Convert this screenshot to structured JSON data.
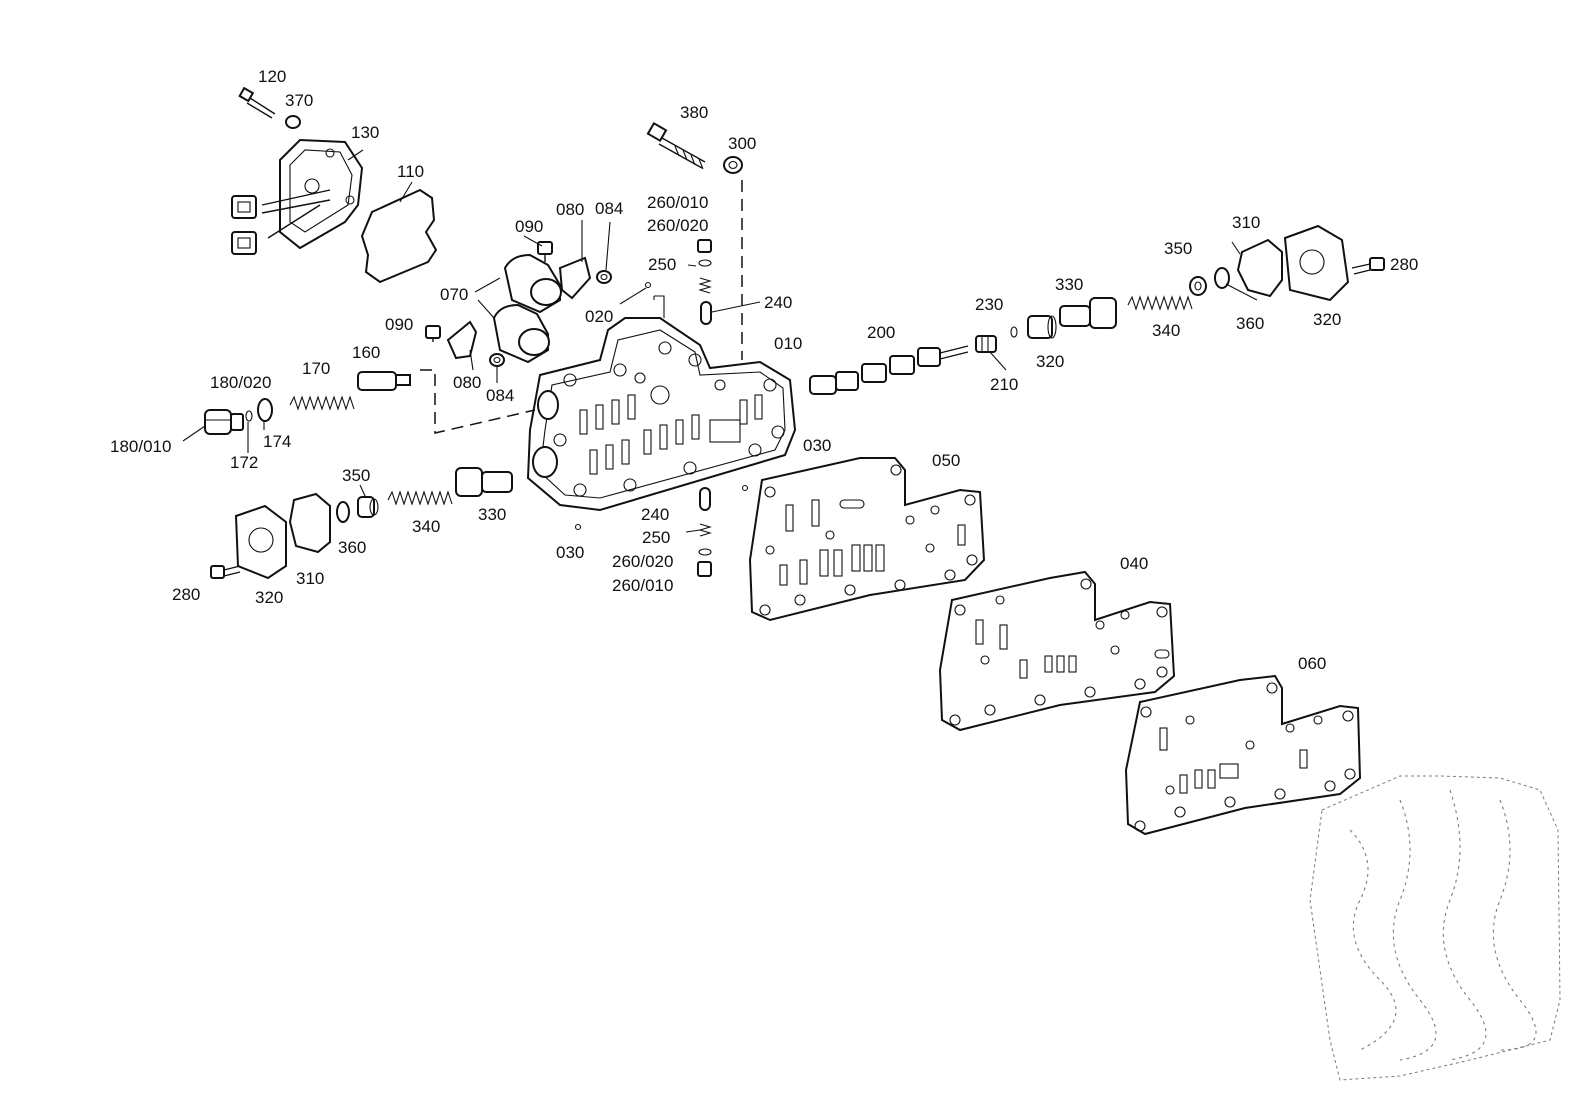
{
  "labels": {
    "l120": "120",
    "l370": "370",
    "l130": "130",
    "l110": "110",
    "l380": "380",
    "l300": "300",
    "l090a": "090",
    "l080a": "080",
    "l084a": "084",
    "l260_010a": "260/010",
    "l260_020a": "260/020",
    "l250a": "250",
    "l070": "070",
    "l020": "020",
    "l240a": "240",
    "l090b": "090",
    "l080b": "080",
    "l084b": "084",
    "l010": "010",
    "l180_020": "180/020",
    "l170": "170",
    "l160": "160",
    "l180_010": "180/010",
    "l172": "172",
    "l174": "174",
    "l200": "200",
    "l230": "230",
    "l210": "210",
    "l320a": "320",
    "l330a": "330",
    "l340a": "340",
    "l350a": "350",
    "l360a": "360",
    "l310a": "310",
    "l280a": "280",
    "l320b": "320",
    "l030a": "030",
    "l050": "050",
    "l350b": "350",
    "l340b": "340",
    "l330b": "330",
    "l360b": "360",
    "l310b": "310",
    "l280b": "280",
    "l320c": "320",
    "l240b": "240",
    "l250b": "250",
    "l260_020b": "260/020",
    "l260_010b": "260/010",
    "l030b": "030",
    "l040": "040",
    "l060": "060"
  },
  "colors": {
    "ink": "#111111",
    "paper": "#ffffff"
  }
}
